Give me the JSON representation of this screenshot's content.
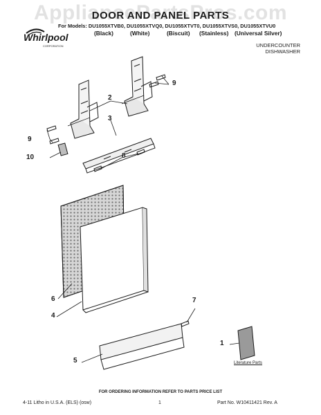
{
  "watermark": "AppliancePartsPros.com",
  "title": "DOOR AND PANEL PARTS",
  "models_line": "For Models: DU1055XTVB0, DU1055XTVQ0, DU1055XTVT0, DU1055XTVS0, DU1055XTVU0",
  "color_labels": [
    "(Black)",
    "(White)",
    "(Biscuit)",
    "(Stainless)",
    "(Universal Silver)"
  ],
  "logo": {
    "name": "Whirlpool",
    "sub": "CORPORATION",
    "color": "#1a1a1a"
  },
  "product_type": [
    "UNDERCOUNTER",
    "DISHWASHER"
  ],
  "callouts": [
    "9",
    "2",
    "3",
    "9",
    "10",
    "8",
    "6",
    "4",
    "7",
    "5",
    "1"
  ],
  "literature_label": "Literature Parts",
  "footnote": "FOR ORDERING INFORMATION REFER TO PARTS PRICE LIST",
  "footer": {
    "left": "4-11 Litho in U.S.A. (ELS) (osw)",
    "page": "1",
    "right": "Part No. W10411421 Rev. A"
  }
}
